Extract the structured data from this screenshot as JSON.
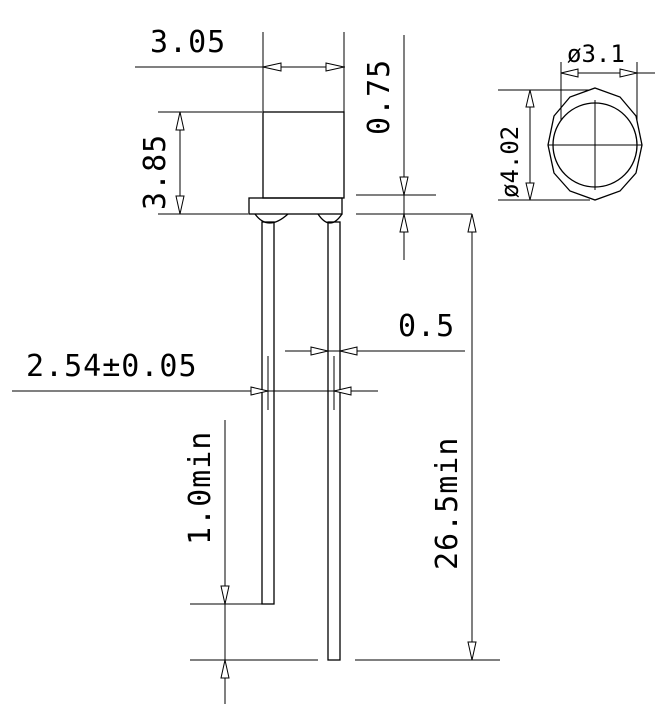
{
  "dimensions": {
    "width_body": "3.05",
    "lens_height": "0.75",
    "body_height": "3.85",
    "lens_dia": "ø3.1",
    "flange_dia": "ø4.02",
    "lead_width": "0.5",
    "lead_pitch": "2.54±0.05",
    "lead_offset": "1.0min",
    "lead_length": "26.5min"
  }
}
